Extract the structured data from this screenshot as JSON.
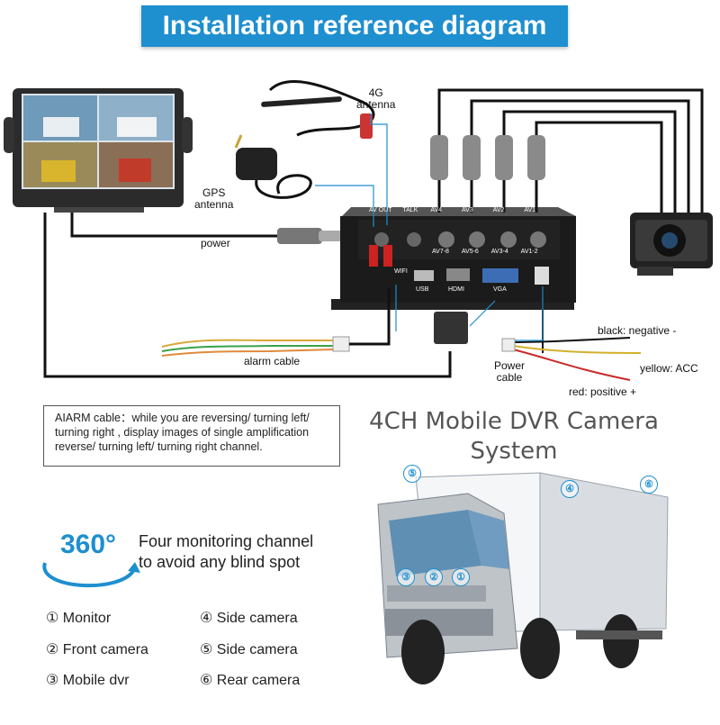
{
  "title": "Installation reference diagram",
  "labels": {
    "antenna_4g": [
      "4G",
      "antenna"
    ],
    "gps_antenna": [
      "GPS",
      "antenna"
    ],
    "power": "power",
    "alarm_cable": "alarm cable",
    "power_cable": [
      "Power",
      "cable"
    ],
    "black_negative": "black: negative -",
    "yellow_acc": "yellow: ACC",
    "red_positive": "red: positive +"
  },
  "dvr_ports": {
    "av_out": "AV OUT",
    "talk": "TALK",
    "av4": "AV4",
    "av3": "AV3",
    "av2": "AV2",
    "av1": "AV1",
    "av78": "AV7-8",
    "av56": "AV5-6",
    "av34": "AV3-4",
    "av12": "AV1-2",
    "wifi": "WIFI",
    "usb": "USB",
    "hdmi": "HDMI",
    "vga": "VGA"
  },
  "note": [
    "AIARM cable：while you are reversing/ turning left/",
    "turning right , display images of single amplification",
    "reverse/ turning left/ turning right channel."
  ],
  "system_title": [
    "4CH Mobile DVR Camera",
    "System"
  ],
  "feature": {
    "badge": "360°",
    "text": [
      "Four monitoring channel",
      "to avoid any blind spot"
    ]
  },
  "legend": [
    "① Monitor",
    "② Front camera",
    "③ Mobile dvr",
    "④ Side camera",
    "⑤ Side camera",
    "⑥ Rear camera"
  ],
  "truck_markers": [
    "①",
    "②",
    "③",
    "④",
    "⑤",
    "⑥"
  ],
  "colors": {
    "accent": "#1e8fcf",
    "cable": "#111111",
    "leader_line": "#1e8fcf"
  }
}
